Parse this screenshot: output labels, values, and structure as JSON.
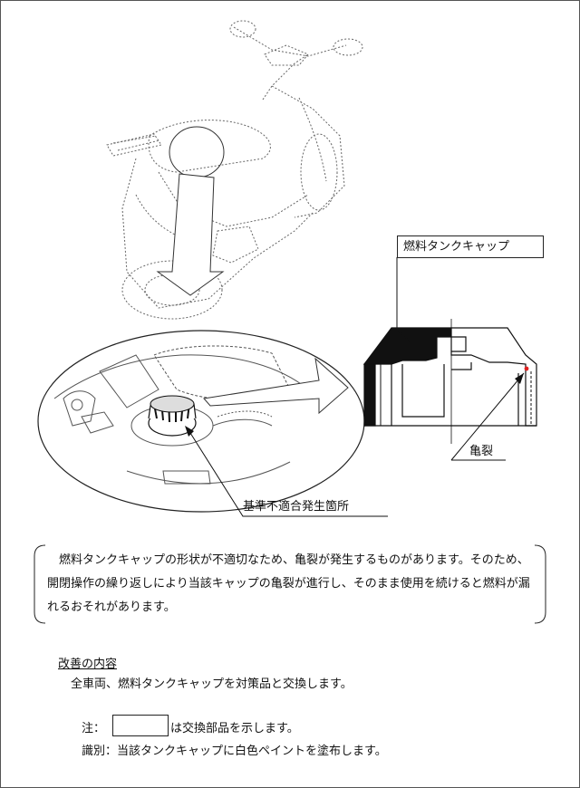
{
  "labels": {
    "fuel_cap": "燃料タンクキャップ",
    "crack": "亀裂",
    "defect_location": "基準不適合発生箇所"
  },
  "description": "燃料タンクキャップの形状が不適切なため、亀裂が発生するものがあります。そのため、開閉操作の繰り返しにより当該キャップの亀裂が進行し、そのまま使用を続けると燃料が漏れるおそれがあります。",
  "improvement": {
    "title": "改善の内容",
    "text": "全車両、燃料タンクキャップを対策品と交換します。"
  },
  "note": {
    "label": "注：",
    "text": "は交換部品を示します。"
  },
  "identification": "識別：当該タンクキャップに白色ペイントを塗布します。",
  "colors": {
    "crack_mark": "#e02020"
  }
}
